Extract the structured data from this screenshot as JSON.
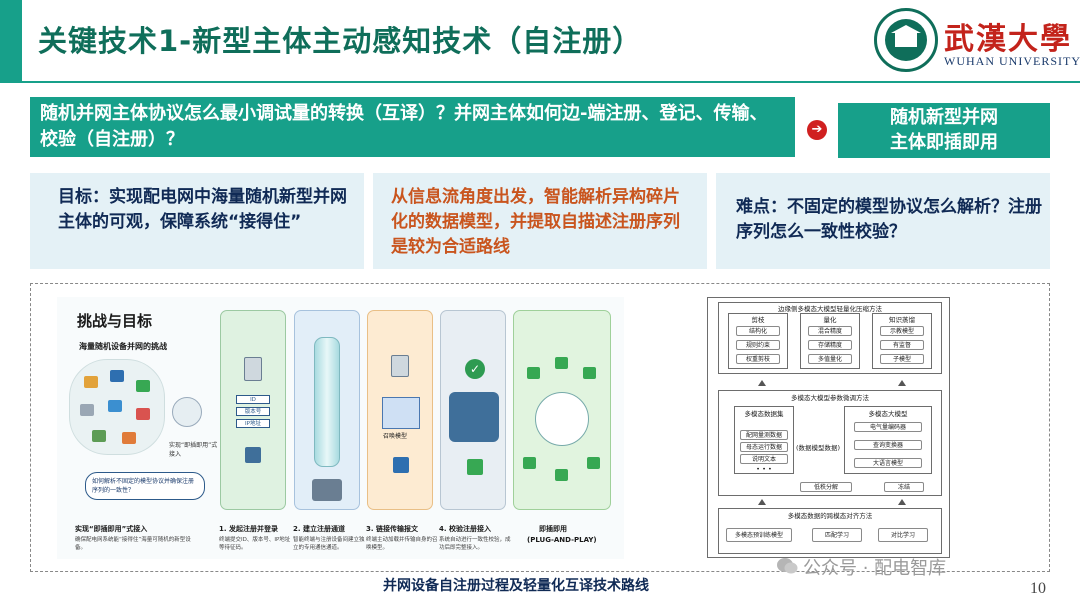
{
  "header": {
    "title": "关键技术1-新型主体主动感知技术（自注册）",
    "logo_calligraphy": "武漢大學",
    "logo_english": "WUHAN UNIVERSITY"
  },
  "question": {
    "text": "随机并网主体协议怎么最小调试量的转换（互译）？并网主体如何边-端注册、登记、传输、校验（自注册）？",
    "arrow_glyph": "➔",
    "result_line1": "随机新型并网",
    "result_line2": "主体即插即用"
  },
  "cards": [
    {
      "text": "目标：实现配电网中海量随机新型并网主体的可观，保障系统“接得住”"
    },
    {
      "text": "从信息流角度出发，智能解析异构碎片化的数据模型，并提取自描述注册序列是较为合适路线"
    },
    {
      "text": "难点：不固定的模型协议怎么解析？注册序列怎么一致性校验？"
    }
  ],
  "illustration": {
    "title": "挑战与目标",
    "subtitle": "海量随机设备并网的挑战",
    "tower_label": "实现“即插即用”式接入",
    "bubble": "如何解析不固定的模型协议并确保注册序列的一致性？",
    "chips": [
      "ID",
      "版本号",
      "IP地址"
    ],
    "scroll_label": "召唤模型",
    "steps": [
      {
        "title": "实现“即插即用”式接入",
        "desc": "确保配电网系统能“接得住”海量可随机的新型设备。"
      },
      {
        "title": "1. 发起注册并登录",
        "desc": "终端提交ID、版本号、IP地址等待征码。"
      },
      {
        "title": "2. 建立注册通道",
        "desc": "智能终端与注册设备间建立独立的专用通信通道。"
      },
      {
        "title": "3. 链接传输报文",
        "desc": "终端主动加载并传输自身的召唤模型。"
      },
      {
        "title": "4. 校验注册接入",
        "desc": "系统自动进行一致性校验，成功后即完整接入。"
      },
      {
        "title": "即插即用",
        "desc": "(PLUG-AND-PLAY)"
      }
    ]
  },
  "diagram": {
    "top_title": "边缘侧多模态大模型轻量化压缩方法",
    "top_groups": [
      {
        "title": "剪枝",
        "items": [
          "结构化",
          "规则约束",
          "权重剪枝"
        ]
      },
      {
        "title": "量化",
        "items": [
          "混合精度",
          "存储精度",
          "多值量化"
        ]
      },
      {
        "title": "知识蒸馏",
        "items": [
          "示教模型",
          "有监督",
          "子模型"
        ]
      }
    ],
    "mid_title": "多模态大模型参数微调方法",
    "mid_left_title": "多模态数据集",
    "mid_left_items": [
      "配网量测数据",
      "母态运行数据",
      "说明文本",
      "• • •"
    ],
    "mid_center": "(数据模型数据)",
    "mid_right_title": "多模态大模型",
    "mid_right_items": [
      "电气量编码器",
      "查询变换器",
      "大语言模型"
    ],
    "mid_bottom_left": "低秩分解",
    "mid_bottom_right": "冻结",
    "bottom_title": "多模态数据的跨模态对齐方法",
    "bottom_items": [
      "多模态预训练模型",
      "匹配学习",
      "对比学习"
    ]
  },
  "caption": "并网设备自注册过程及轻量化互译技术路线",
  "page_number": "10",
  "watermark": "公众号 · 配电智库",
  "colors": {
    "accent": "#17a08a",
    "navy": "#102a55",
    "orange": "#c9551e",
    "card_bg": "#e4f1f6",
    "alert": "#d02020"
  }
}
